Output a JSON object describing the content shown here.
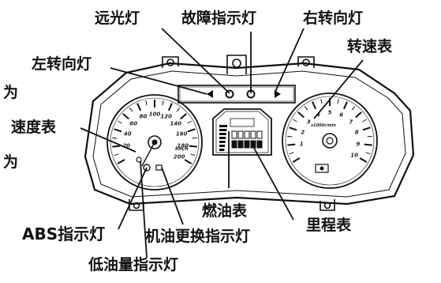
{
  "labels": {
    "high_beam": "远光灯",
    "fault_indicator": "故障指示灯",
    "right_turn": "右转向灯",
    "tachometer": "转速表",
    "left_turn": "左转向灯",
    "speedometer": "速度表",
    "fuel_gauge": "燃油表",
    "odometer": "里程表",
    "abs_indicator": "ABS指示灯",
    "oil_change_indicator": "机油更换指示灯",
    "low_oil_indicator": "低油量指示灯",
    "edge_fragment_1": "为",
    "edge_fragment_2": "为"
  },
  "speedometer_scale": [
    "20",
    "40",
    "60",
    "80",
    "100",
    "120",
    "140",
    "160",
    "180",
    "200"
  ],
  "tachometer_scale": [
    "1",
    "2",
    "3",
    "4",
    "5",
    "6",
    "7",
    "8",
    "9",
    "10"
  ],
  "units": {
    "speed": "km/h",
    "rpm": "x1000r/min"
  },
  "colors": {
    "ink": "#111111",
    "background": "#ffffff"
  }
}
